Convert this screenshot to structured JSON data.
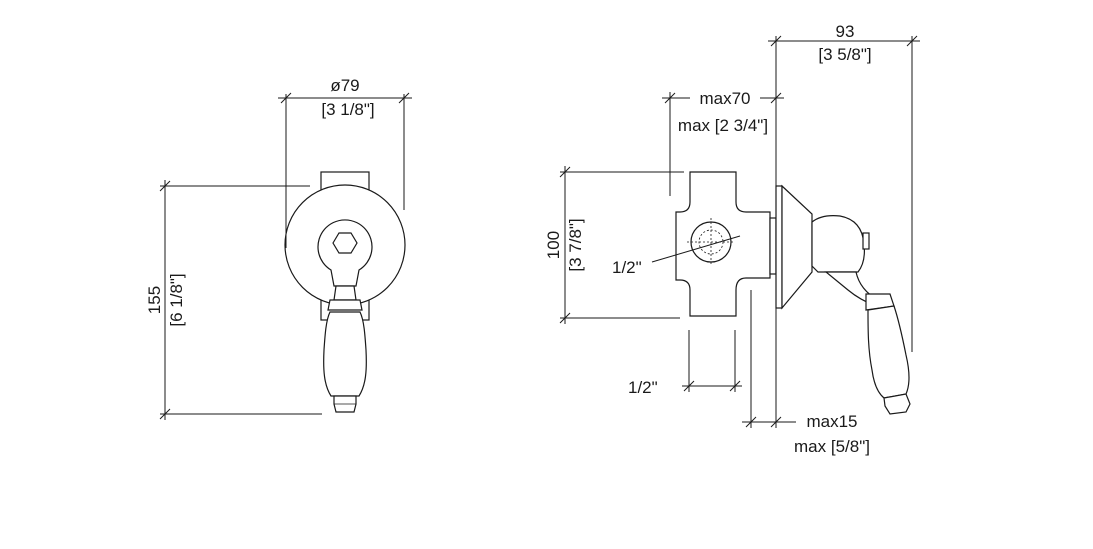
{
  "front_view": {
    "diameter_mm": "ø79",
    "diameter_in": "[3 1/8\"]",
    "height_mm": "155",
    "height_in": "[6 1/8\"]"
  },
  "side_view": {
    "depth_total_mm": "93",
    "depth_total_in": "[3 5/8\"]",
    "body_max_mm": "max70",
    "body_max_in": "max [2 3/4\"]",
    "body_height_mm": "100",
    "body_height_in": "[3 7/8\"]",
    "side_connection": "1/2\"",
    "bottom_connection": "1/2\"",
    "wall_max_mm": "max15",
    "wall_max_in": "max [5/8\"]"
  }
}
